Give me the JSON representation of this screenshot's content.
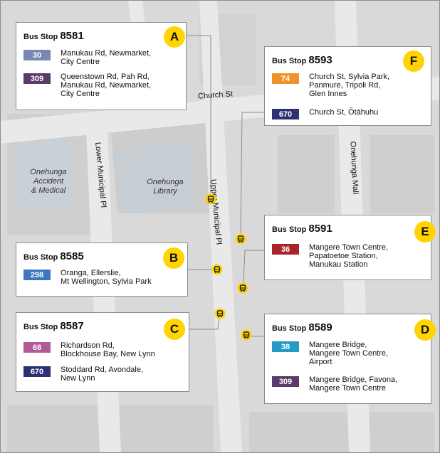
{
  "colors": {
    "background": "#d9d9d9",
    "road": "#e8e8e8",
    "building": "#cecece",
    "library": "#c5ccd2",
    "bus_stop_marker": "#ffd400",
    "route_30": "#7a86b4",
    "route_309": "#5a3b6b",
    "route_74": "#f0922a",
    "route_670": "#2d3075",
    "route_298": "#3f77bf",
    "route_68": "#b05a96",
    "route_38": "#259bc4",
    "route_36": "#a8242b"
  },
  "streets": {
    "church_st": "Church St",
    "lower_municipal": "Lower Municipal Pl",
    "upper_municipal": "Upper Municipal Pl",
    "onehunga_mall": "Onehunga Mall"
  },
  "places": {
    "accident_medical": "Onehunga\nAccident\n& Medical",
    "library": "Onehunga\nLibrary"
  },
  "stops": {
    "A": {
      "prefix": "Bus Stop",
      "number": "8581",
      "letter": "A",
      "routes": [
        {
          "route": "30",
          "color": "#7a86b4",
          "destinations": "Manukau Rd, Newmarket,\nCity Centre"
        },
        {
          "route": "309",
          "color": "#5a3b6b",
          "destinations": "Queenstown Rd, Pah Rd,\nManukau Rd, Newmarket,\nCity Centre"
        }
      ]
    },
    "F": {
      "prefix": "Bus Stop",
      "number": "8593",
      "letter": "F",
      "routes": [
        {
          "route": "74",
          "color": "#f0922a",
          "destinations": "Church St, Sylvia Park,\nPanmure, Tripoli Rd,\nGlen Innes"
        },
        {
          "route": "670",
          "color": "#2d3075",
          "destinations": "Church St, Ōtāhuhu"
        }
      ]
    },
    "B": {
      "prefix": "Bus Stop",
      "number": "8585",
      "letter": "B",
      "routes": [
        {
          "route": "298",
          "color": "#3f77bf",
          "destinations": "Oranga, Ellerslie,\nMt Wellington, Sylvia Park"
        }
      ]
    },
    "E": {
      "prefix": "Bus Stop",
      "number": "8591",
      "letter": "E",
      "routes": [
        {
          "route": "36",
          "color": "#a8242b",
          "destinations": "Mangere Town Centre,\nPapatoetoe Station,\nManukau Station"
        }
      ]
    },
    "C": {
      "prefix": "Bus Stop",
      "number": "8587",
      "letter": "C",
      "routes": [
        {
          "route": "68",
          "color": "#b05a96",
          "destinations": "Richardson Rd,\nBlockhouse Bay, New Lynn"
        },
        {
          "route": "670",
          "color": "#2d3075",
          "destinations": "Stoddard Rd, Avondale,\nNew Lynn"
        }
      ]
    },
    "D": {
      "prefix": "Bus Stop",
      "number": "8589",
      "letter": "D",
      "routes": [
        {
          "route": "38",
          "color": "#259bc4",
          "destinations": "Mangere Bridge,\nMangere Town Centre,\nAirport"
        },
        {
          "route": "309",
          "color": "#5a3b6b",
          "destinations": "Mangere Bridge, Favona,\nMangere Town Centre"
        }
      ]
    }
  }
}
